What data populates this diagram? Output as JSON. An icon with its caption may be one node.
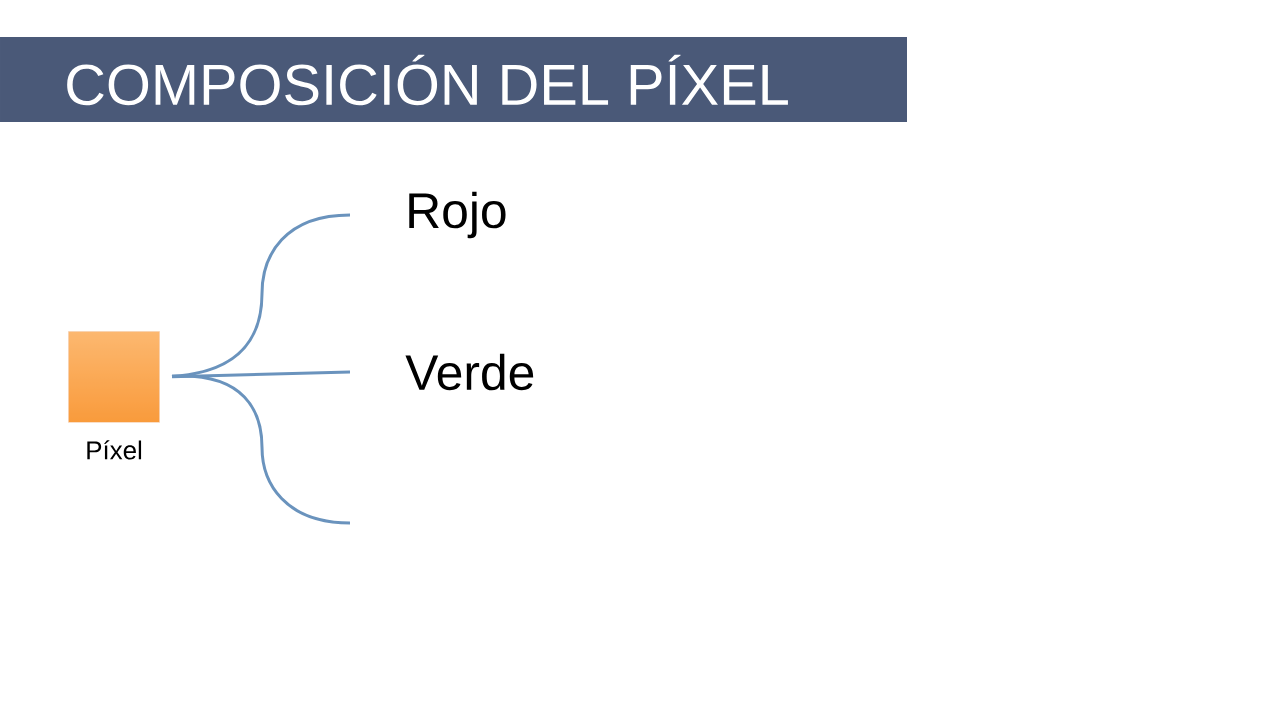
{
  "diagram": {
    "title": "COMPOSICIÓN DEL PÍXEL",
    "nodes": [
      {
        "text": [],
        "shape": "box",
        "beside": [
          "Píxel"
        ]
      },
      {
        "text": [
          "Rojo"
        ]
      },
      {
        "text": [
          "Verde"
        ]
      }
    ],
    "edges": [
      {
        "from": 0,
        "to": 1,
        "arrow": "none"
      },
      {
        "from": 0,
        "to": 2,
        "arrow": "none"
      },
      {
        "from": 0,
        "to": null,
        "arrow": "none"
      }
    ]
  }
}
